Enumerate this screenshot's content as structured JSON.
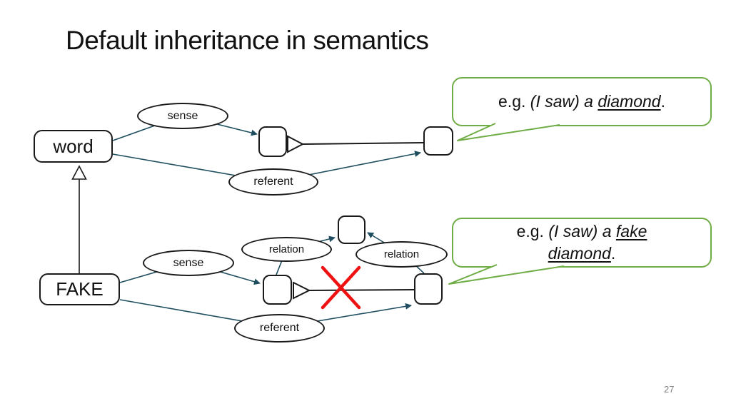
{
  "title": "Default inheritance in semantics",
  "page_number": "27",
  "colors": {
    "connector_teal": "#1e4e5f",
    "outline_black": "#1a1a1a",
    "bubble_green": "#70ad47",
    "cross_red": "#ee1111",
    "page_number_gray": "#808080"
  },
  "nodes": {
    "word": "word",
    "fake": "FAKE"
  },
  "edge_labels": {
    "sense_top": "sense",
    "referent_top": "referent",
    "sense_bottom": "sense",
    "relation_left": "relation",
    "relation_right": "relation",
    "referent_bottom": "referent"
  },
  "bubble1": {
    "prefix": "e.g. ",
    "italic": "(I saw) a ",
    "underlined": "diamond",
    "suffix": "."
  },
  "bubble2": {
    "prefix": "e.g. ",
    "italic": "(I saw) a ",
    "underlined_line1": "fake",
    "underlined_line2": "diamond",
    "suffix": "."
  }
}
